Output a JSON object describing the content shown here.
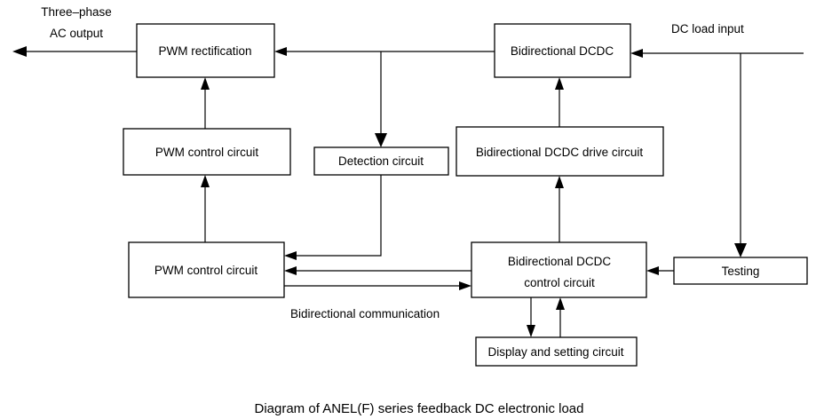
{
  "caption": "Diagram of ANEL(F) series feedback DC electronic load",
  "labels": {
    "ac_output_line1": "Three–phase",
    "ac_output_line2": "AC output",
    "dc_input": "DC load input",
    "bidirectional_communication": "Bidirectional communication"
  },
  "blocks": {
    "pwm_rectification": "PWM  rectification",
    "bidirectional_dcdc": "Bidirectional DCDC",
    "pwm_control_upper": "PWM control circuit",
    "detection": "Detection circuit",
    "dcdc_drive": "Bidirectional DCDC drive circuit",
    "pwm_control_lower": "PWM control circuit",
    "dcdc_control_line1": "Bidirectional DCDC",
    "dcdc_control_line2": "control circuit",
    "testing": "Testing",
    "display_setting": "Display and setting circuit"
  }
}
